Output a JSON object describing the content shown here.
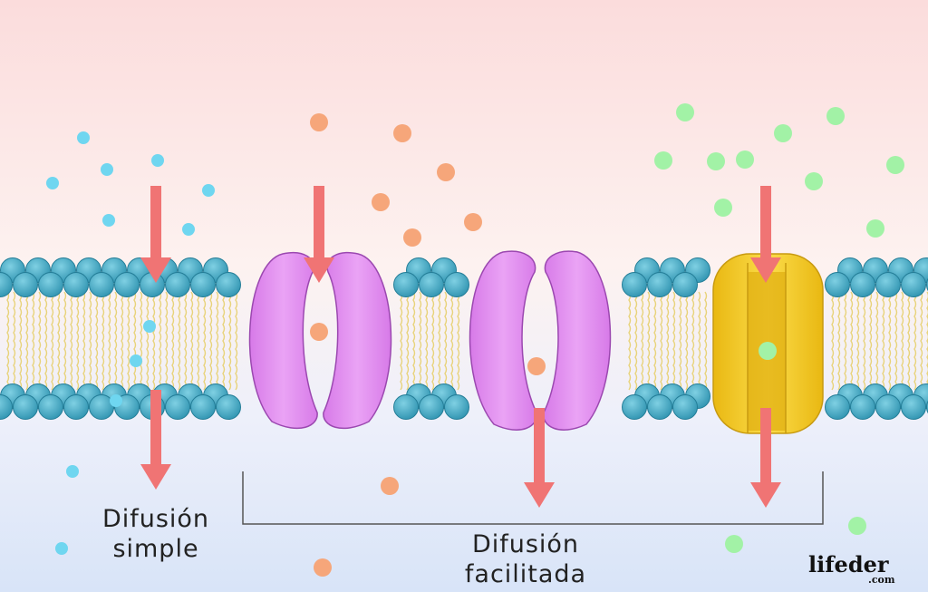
{
  "labels": {
    "simple_line1": "Difusión",
    "simple_line2": "simple",
    "facilitated_line1": "Difusión",
    "facilitated_line2": "facilitada"
  },
  "logo": {
    "name": "lifeder",
    "suffix": ".com"
  },
  "colors": {
    "bg_top": "#fde4e2",
    "bg_bottom": "#dde7f8",
    "phospholipid_head": "#3fa9c4",
    "tail": "#e8d37a",
    "channel": "#e08ef0",
    "carrier": "#f4c928",
    "arrow": "#f07474",
    "particle_blue": "#6fd6f0",
    "particle_orange": "#f6a67a",
    "particle_green": "#a2f2a6"
  }
}
